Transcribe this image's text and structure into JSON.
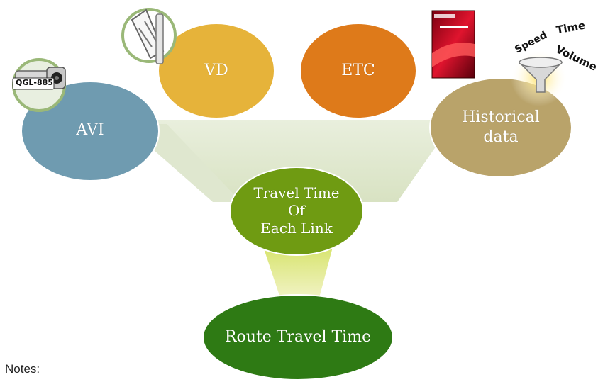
{
  "nodes": {
    "avi": {
      "label": "AVI",
      "color": "#6f9bb0"
    },
    "vd": {
      "label": "VD",
      "color": "#e6b33a"
    },
    "etc": {
      "label": "ETC",
      "color": "#de7a1a"
    },
    "historical": {
      "line1": "Historical",
      "line2": "data",
      "color": "#b9a36a"
    },
    "travel_time": {
      "line1": "Travel Time",
      "line2": "Of",
      "line3": "Each Link",
      "color": "#6f9b12"
    },
    "route": {
      "label": "Route Travel Time",
      "color": "#2e7a14"
    }
  },
  "camera_tag": "QGL-885",
  "funnel_words": {
    "time": "Time",
    "speed": "Speed",
    "volume": "Volume"
  },
  "notes_label": "Notes:",
  "colors": {
    "beam_top": "#e3ebd0",
    "beam_bottom": "#dde77a",
    "book_red": "#c8102e",
    "funnel_glow": "#f2c200"
  }
}
